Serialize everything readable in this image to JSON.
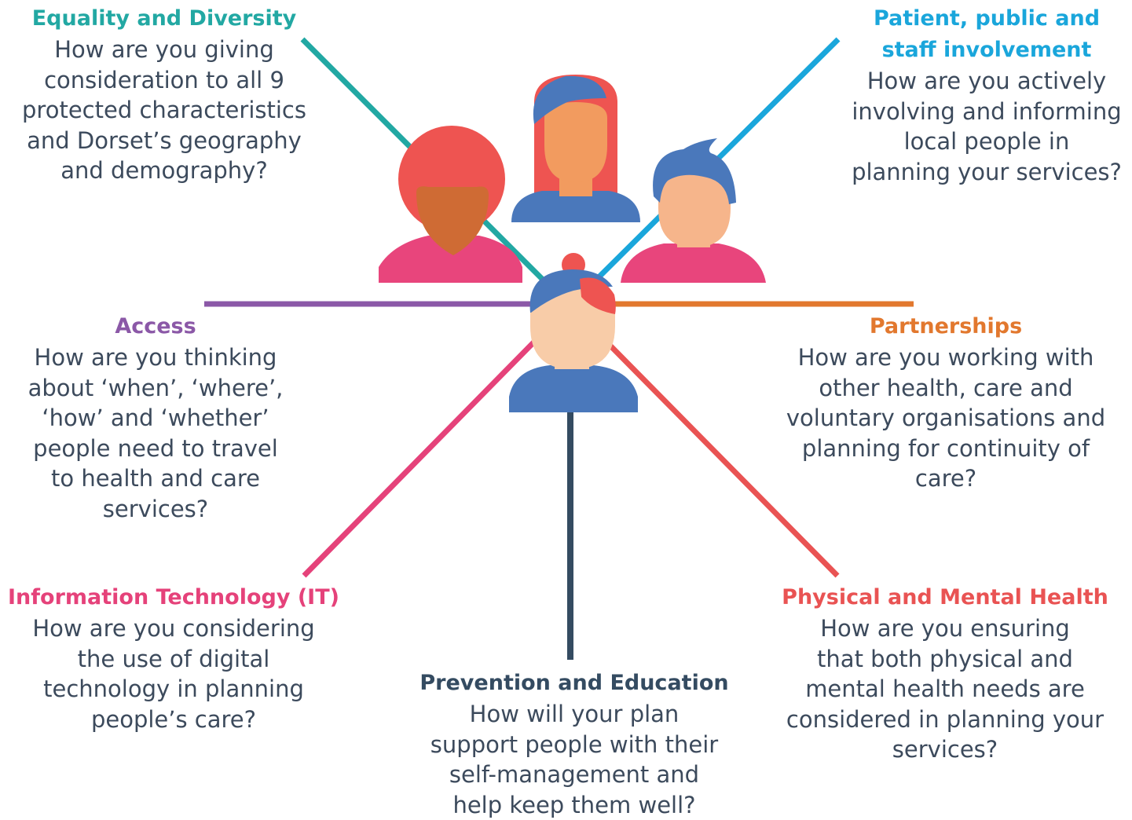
{
  "colors": {
    "equality": "#22a8a3",
    "patient": "#1aa6db",
    "access": "#8b58a7",
    "partnerships": "#e2782e",
    "it": "#e5427a",
    "physical": "#e95353",
    "prevention": "#344b61",
    "body_text": "#3c4a5c"
  },
  "blocks": {
    "equality": {
      "title": "Equality and Diversity",
      "body": "How are you giving\nconsideration to all 9\nprotected characteristics\nand Dorset’s geography\nand demography?"
    },
    "patient": {
      "title": "Patient, public and\nstaff involvement",
      "body": "How are you actively\ninvolving and informing\nlocal people in\nplanning your services?"
    },
    "access": {
      "title": "Access",
      "body": "How are you thinking\nabout ‘when’, ‘where’,\n‘how’ and ‘whether’\npeople need to travel\nto health and care\nservices?"
    },
    "partnerships": {
      "title": "Partnerships",
      "body": "How are you working with\nother health, care and\nvoluntary organisations and\nplanning for continuity of\ncare?"
    },
    "it": {
      "title": "Information Technology (IT)",
      "body": "How are you considering\nthe use of digital\ntechnology in planning\npeople’s care?"
    },
    "physical": {
      "title": "Physical and Mental Health",
      "body": "How are you ensuring\nthat both physical and\nmental health needs are\nconsidered in planning your\nservices?"
    },
    "prevention": {
      "title": "Prevention and Education",
      "body": "How will your plan\nsupport people with their\nself-management and\nhelp keep them well?"
    }
  },
  "icons": {
    "people_group": "people-group-icon",
    "person_center": "person-icon"
  }
}
